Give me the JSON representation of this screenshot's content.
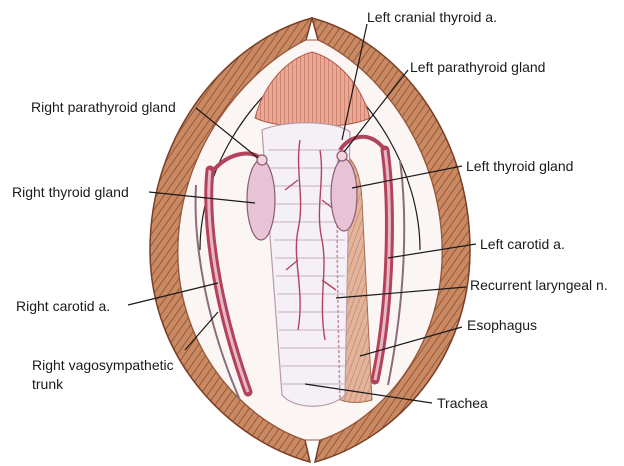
{
  "labels": {
    "left_cranial_thyroid": "Left cranial thyroid a.",
    "left_parathyroid": "Left parathyroid gland",
    "right_parathyroid": "Right parathyroid gland",
    "left_thyroid": "Left thyroid gland",
    "right_thyroid": "Right thyroid gland",
    "left_carotid": "Left carotid a.",
    "recurrent_laryngeal": "Recurrent laryngeal n.",
    "right_carotid": "Right carotid a.",
    "esophagus": "Esophagus",
    "right_vagosympathetic_line1": "Right vagosympathetic",
    "right_vagosympathetic_line2": "trunk",
    "trachea": "Trachea"
  },
  "colors": {
    "muscle": "#b97a55",
    "muscle_dark": "#8a4b2e",
    "vessel": "#b3435d",
    "vessel_light": "#e7b7c4",
    "gland": "#e6c4d6",
    "trachea": "#f4f0f6",
    "esophagus": "#d7a38a"
  }
}
